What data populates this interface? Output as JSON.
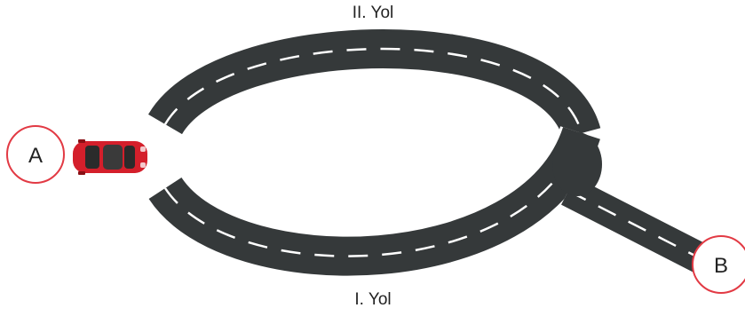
{
  "labels": {
    "top_road": "II. Yol",
    "bottom_road": "I. Yol",
    "point_a": "A",
    "point_b": "B"
  },
  "colors": {
    "asphalt": "#35393a",
    "edge_line": "#ffffff",
    "lane_dash": "#ffffff",
    "car_body": "#d41f2b",
    "point_circle": "#e23a44"
  },
  "icons": {
    "vehicle": "red-car-icon"
  }
}
